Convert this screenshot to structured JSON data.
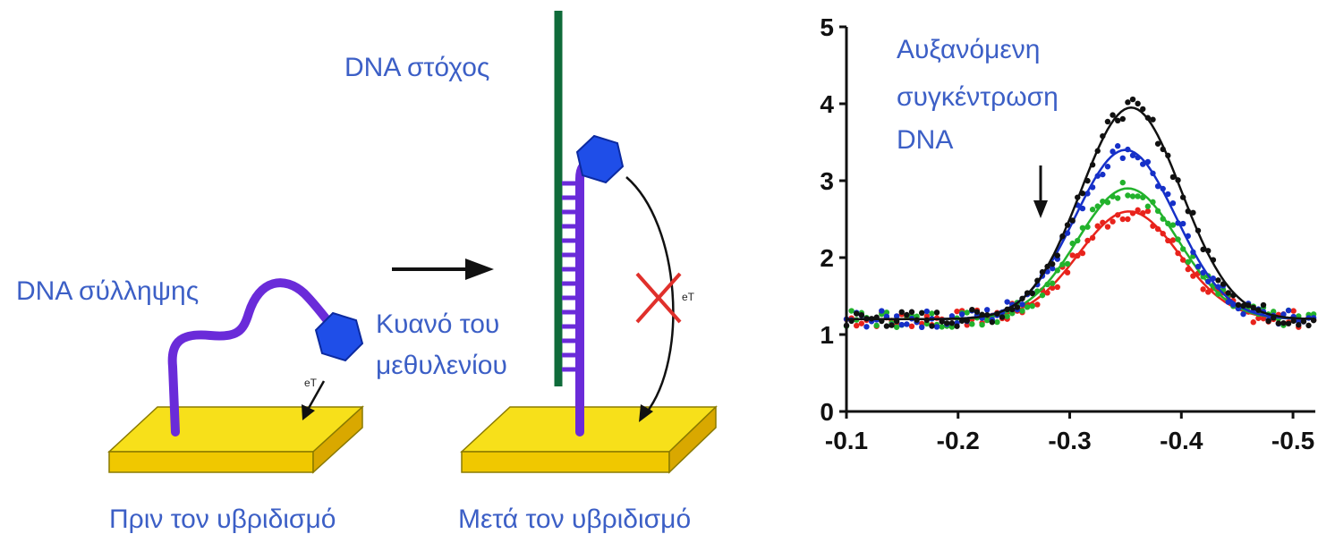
{
  "labels": {
    "capture_dna": "DNA σύλληψης",
    "target_dna": "DNA στόχος",
    "methylene_blue_1": "Κυανό του",
    "methylene_blue_2": "μεθυλενίου",
    "before": "Πριν τον υβριδισμό",
    "after": "Μετά τον υβριδισμό",
    "et_left": "eT",
    "et_right": "eT",
    "annotation_1": "Αυξανόμενη",
    "annotation_2": "συγκέντρωση",
    "annotation_3": "DNA"
  },
  "colors": {
    "label_blue": "#3c5fc6",
    "capture_strand": "#6a2bd9",
    "target_strand": "#0f6b3a",
    "redox_tag": "#1f4ee8",
    "gold_top": "#f7e01a",
    "gold_side": "#e0b400",
    "cross": "#e0302b"
  },
  "chart_data": {
    "type": "scatter",
    "xlim": [
      -0.1,
      -0.52
    ],
    "ylim": [
      0,
      5
    ],
    "x_ticks": [
      "-0.1",
      "-0.2",
      "-0.3",
      "-0.4",
      "-0.5"
    ],
    "y_ticks": [
      "0",
      "1",
      "2",
      "3",
      "4",
      "5"
    ],
    "x_tick_values": [
      -0.1,
      -0.2,
      -0.3,
      -0.4,
      -0.5
    ],
    "y_tick_values": [
      0,
      1,
      2,
      3,
      4,
      5
    ],
    "xlabel": "",
    "ylabel": "",
    "series": [
      {
        "color": "#e8231c",
        "baseline": 1.2,
        "peak": 2.6,
        "center": -0.353,
        "width": 0.045
      },
      {
        "color": "#22b22c",
        "baseline": 1.2,
        "peak": 2.9,
        "center": -0.352,
        "width": 0.045
      },
      {
        "color": "#1630c8",
        "baseline": 1.2,
        "peak": 3.4,
        "center": -0.35,
        "width": 0.045
      },
      {
        "color": "#111111",
        "baseline": 1.2,
        "peak": 3.95,
        "center": -0.355,
        "width": 0.045
      }
    ]
  }
}
